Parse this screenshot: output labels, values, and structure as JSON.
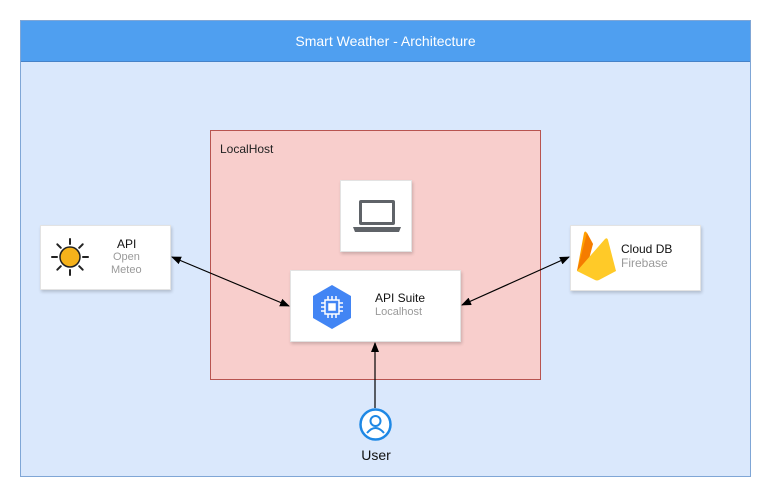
{
  "diagram": {
    "title": "Smart Weather - Architecture",
    "container_label": "LocalHost",
    "nodes": {
      "api": {
        "title": "API",
        "sub_line1": "Open",
        "sub_line2": "Meteo",
        "icon": "sun-icon"
      },
      "api_suite": {
        "title": "API Suite",
        "subtitle": "Localhost",
        "icon": "compute-engine-icon"
      },
      "cloud_db": {
        "title": "Cloud DB",
        "subtitle": "Firebase",
        "icon": "firebase-icon"
      },
      "laptop": {
        "icon": "laptop-icon"
      },
      "user": {
        "label": "User",
        "icon": "user-icon"
      }
    },
    "edges": [
      {
        "from": "api",
        "to": "api_suite",
        "arrows": "both"
      },
      {
        "from": "cloud_db",
        "to": "api_suite",
        "arrows": "both"
      },
      {
        "from": "user",
        "to": "api_suite",
        "arrows": "end"
      }
    ],
    "colors": {
      "header": "#4f9ff0",
      "background": "#dae8fc",
      "container_fill": "#f8cecc",
      "container_border": "#b85450",
      "gcp_blue": "#4285f4",
      "user_blue": "#1e88e5",
      "sun_fill": "#f6b21b",
      "firebase_orange": "#f58220",
      "firebase_yellow": "#ffca28"
    }
  }
}
